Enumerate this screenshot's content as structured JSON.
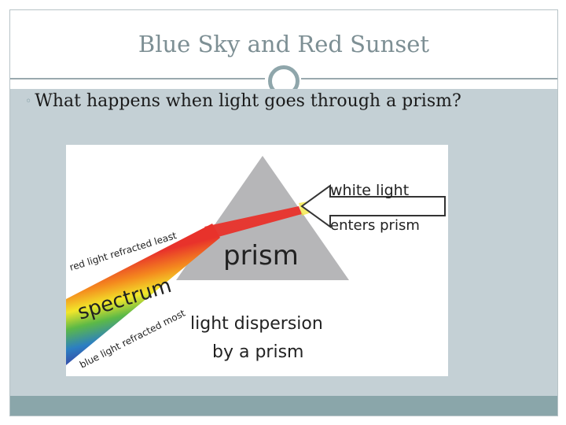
{
  "slide": {
    "title": "Blue Sky and Red Sunset",
    "bullet": "What happens when light goes through a prism?"
  },
  "figure": {
    "labels": {
      "white_light": "white light",
      "enters_prism": "enters prism",
      "prism": "prism",
      "red_refracted": "red light refracted least",
      "spectrum": "spectrum",
      "blue_refracted": "blue light refracted most",
      "dispersion_line1": "light dispersion",
      "dispersion_line2": "by a prism"
    }
  },
  "colors": {
    "title": "#7d8f94",
    "content_bg": "#c4d0d5",
    "footer": "#8aa6aa"
  }
}
